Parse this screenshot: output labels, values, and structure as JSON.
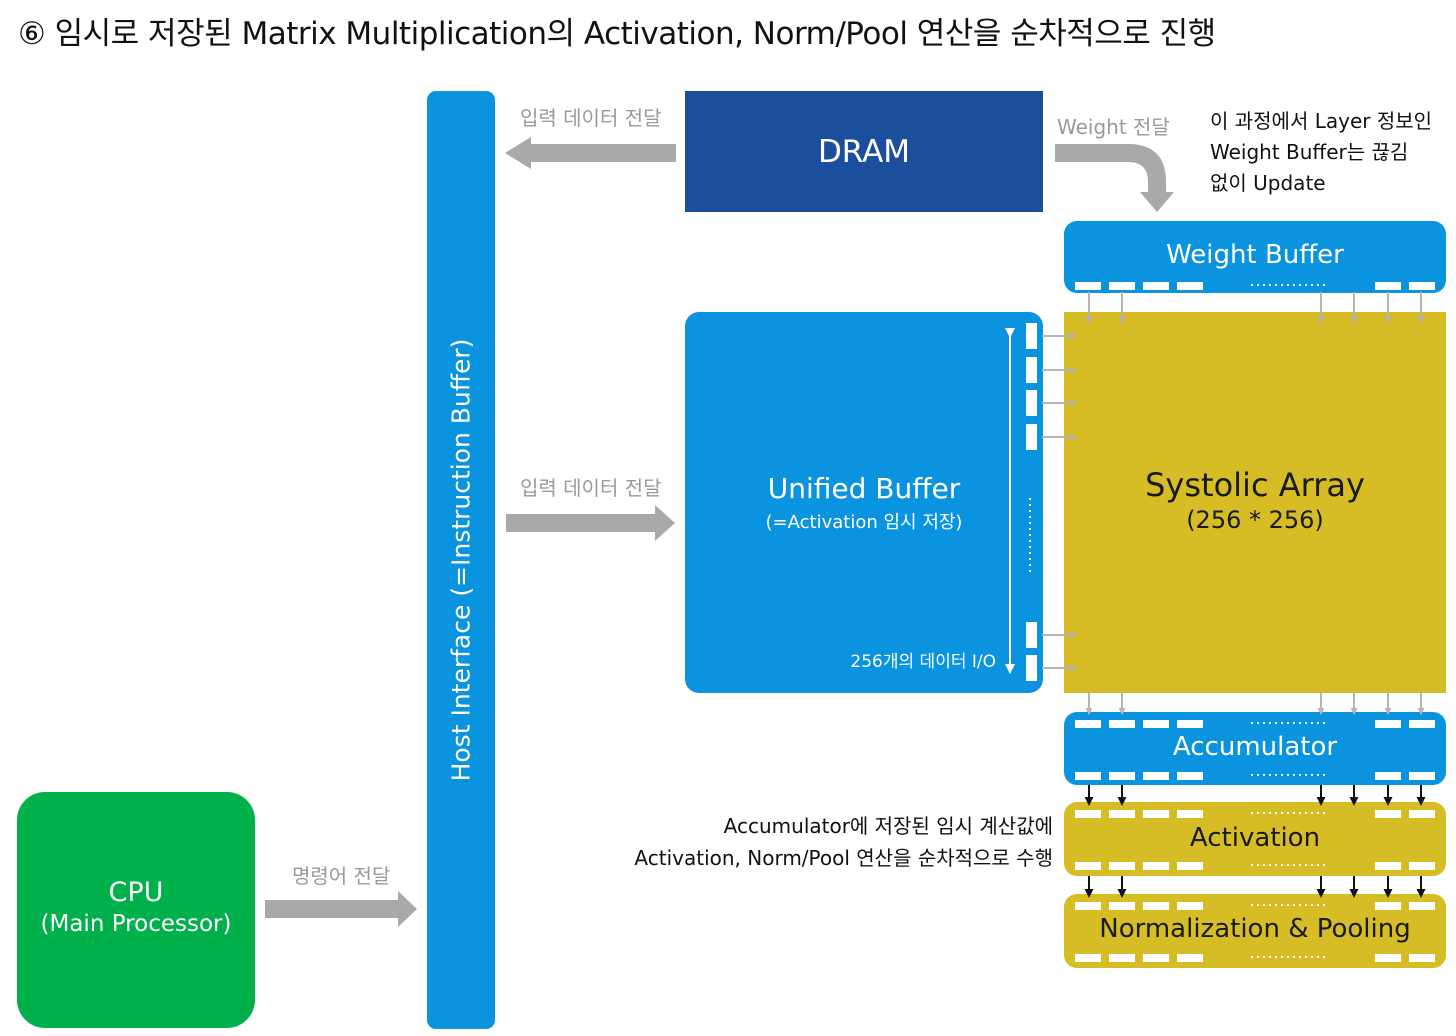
{
  "title": "⑥ 임시로 저장된 Matrix Multiplication의 Activation, Norm/Pool 연산을 순차적으로 진행",
  "host_interface": {
    "label": "Host Interface (=Instruction Buffer)"
  },
  "dram": {
    "label": "DRAM"
  },
  "unified_buffer": {
    "title": "Unified Buffer",
    "subtitle": "(=Activation 임시 저장)",
    "io_label": "256개의 데이터 I/O"
  },
  "cpu": {
    "title": "CPU",
    "subtitle": "(Main Processor)"
  },
  "systolic_array": {
    "title": "Systolic Array",
    "subtitle": "(256 * 256)"
  },
  "weight_buffer": {
    "label": "Weight Buffer"
  },
  "accumulator": {
    "label": "Accumulator"
  },
  "activation": {
    "label": "Activation"
  },
  "norm_pool": {
    "label": "Normalization & Pooling"
  },
  "arrows": {
    "dram_to_host": "입력 데이터 전달",
    "host_to_ub": "입력 데이터 전달",
    "cpu_to_host": "명령어 전달",
    "weight_transfer": "Weight 전달"
  },
  "weight_note": [
    "이 과정에서 Layer 정보인",
    "Weight Buffer는 끊김",
    "없이 Update"
  ],
  "accumulator_note": [
    "Accumulator에 저장된 임시 계산값에",
    "Activation, Norm/Pool 연산을 순차적으로 수행"
  ],
  "colors": {
    "blue": "#0a93de",
    "dark_blue": "#1c4e9e",
    "green": "#00b04b",
    "yellow": "#d6bc25",
    "arrow_grey": "#a9a9a9"
  },
  "icons": [
    "dotted-ellipsis-icon",
    "arrow-icon"
  ]
}
